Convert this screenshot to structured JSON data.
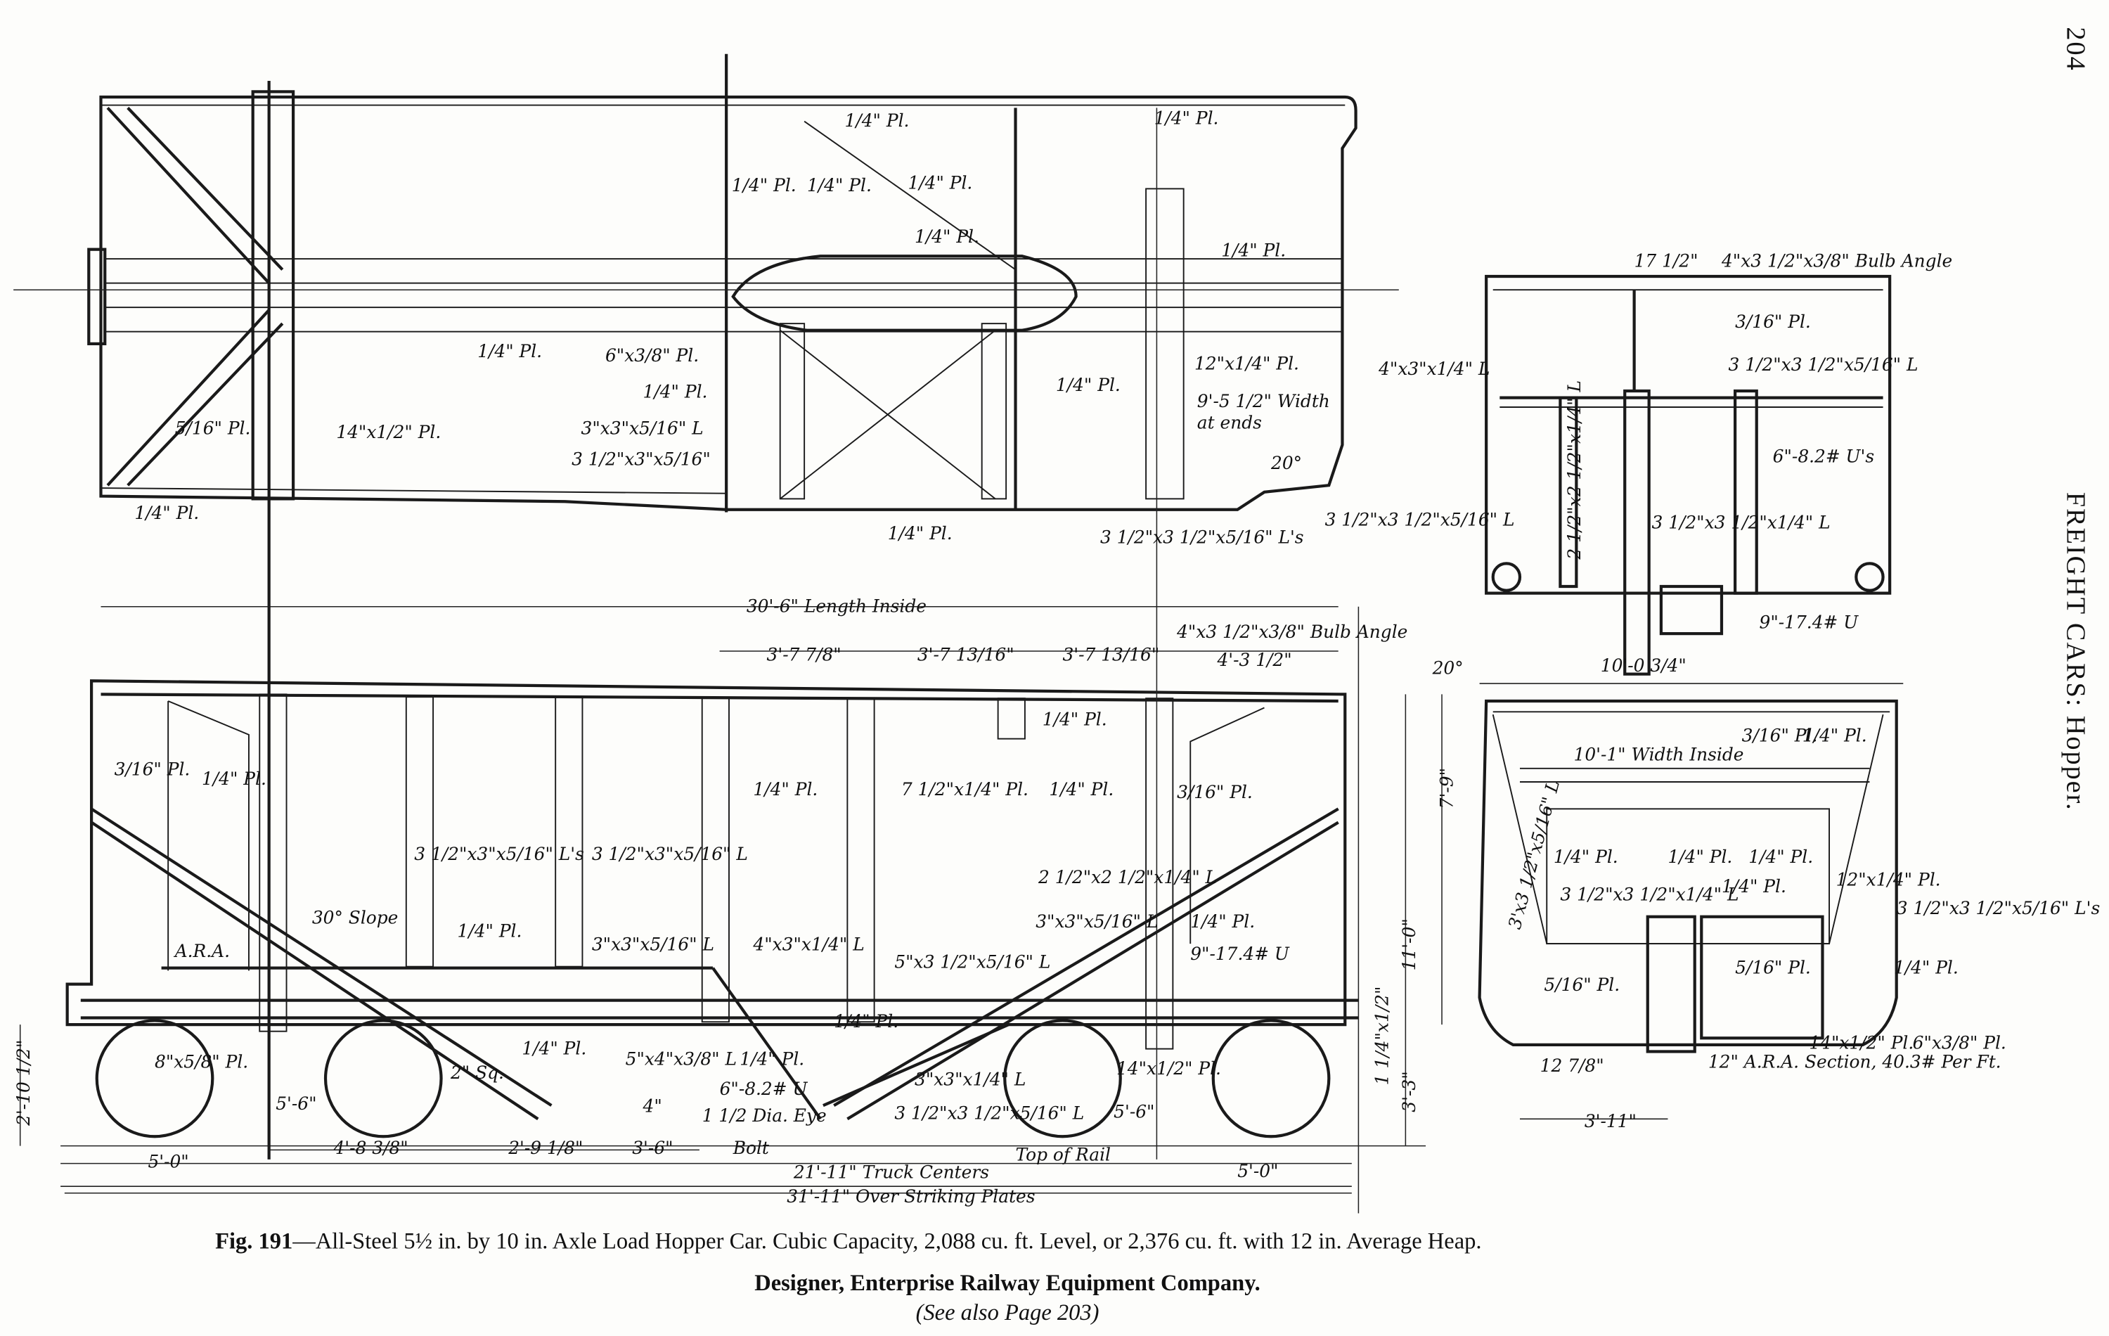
{
  "page_number": "204",
  "running_head": "FREIGHT CARS: Hopper.",
  "caption": {
    "fig_label": "Fig. 191",
    "title": "—All-Steel 5½ in. by 10 in. Axle Load Hopper Car.  Cubic Capacity, 2,088 cu. ft. Level, or 2,376 cu. ft. with 12 in. Average Heap.",
    "designer": "Designer, Enterprise Railway Equipment Company.",
    "see_also": "(See also Page 203)"
  },
  "labels": {
    "plan": [
      "1/4\" Pl.",
      "1/4\" Pl.",
      "1/4\" Pl.",
      "1/4\" Pl.",
      "1/4\" Pl.",
      "6\"x3/8\" Pl.",
      "1/4\" Pl.",
      "3\"x3\"x5/16\" L",
      "3 1/2\"x3\"x5/16\"",
      "5/16\" Pl.",
      "14\"x1/2\" Pl.",
      "1/4\" Pl.",
      "1/4\" Pl.",
      "1/4\" Pl.",
      "1/4\" Pl.",
      "12\"x1/4\" Pl.",
      "9'-5 1/2\" Width",
      "at ends",
      "20°",
      "4\"x3\"x1/4\" L",
      "3 1/2\"x3 1/2\"x5/16\" L's",
      "3 1/2\"x3 1/2\"x5/16\" L",
      "1/4\" Pl.",
      "1/4\" Pl."
    ],
    "side": [
      "30'-6\" Length Inside",
      "3'-7 7/8\"",
      "3'-7 13/16\"",
      "3'-7 13/16\"",
      "4'-3 1/2\"",
      "4\"x3 1/2\"x3/8\" Bulb Angle",
      "3/16\" Pl.",
      "1/4\" Pl.",
      "3 1/2\"x3\"x5/16\" L's",
      "3 1/2\"x3\"x5/16\" L",
      "1/4\" Pl.",
      "7 1/2\"x1/4\" Pl.",
      "1/4\" Pl.",
      "1/4\" Pl.",
      "3/16\" Pl.",
      "2 1/2\"x2 1/2\"x1/4\" L",
      "3\"x3\"x5/16\" L",
      "1/4\" Pl.",
      "9\"-17.4# U",
      "30° Slope",
      "A.R.A.",
      "1/4\" Pl.",
      "3\"x3\"x5/16\" L",
      "4\"x3\"x1/4\" L",
      "5\"x3 1/2\"x5/16\" L",
      "1/4\" Pl.",
      "1/4\" Pl.",
      "5\"x4\"x3/8\" L",
      "1/4\" Pl.",
      "6\"-8.2# U",
      "1 1/2 Dia. Eye",
      "Bolt",
      "3\"x3\"x1/4\" L",
      "3 1/2\"x3 1/2\"x5/16\" L",
      "14\"x1/2\" Pl.",
      "2\" Sq.",
      "4\"",
      "8\"x5/8\" Pl.",
      "5'-6\"",
      "5'-0\"",
      "4'-8 3/8\"",
      "2'-9 1/8\"",
      "3'-6\"",
      "21'-11\" Truck Centers",
      "31'-11\" Over Striking Plates",
      "Top of Rail",
      "5'-6\"",
      "5'-0\"",
      "2'-10 1/2\"",
      "11'-0\"",
      "7'-9\"",
      "3'-3\"",
      "1 1/4\"x1/2\""
    ],
    "end": [
      "20°",
      "10'-0 3/4\"",
      "10'-1\" Width Inside",
      "3/16\" Pl.",
      "1/4\" Pl.",
      "1/4\" Pl.",
      "1/4\" Pl.",
      "1/4\" Pl.",
      "3 1/2\"x3 1/2\"x1/4\" L",
      "1/4\" Pl.",
      "12\"x1/4\" Pl.",
      "3 1/2\"x3 1/2\"x5/16\" L's",
      "1/4\" Pl.",
      "5/16\" Pl.",
      "5/16\" Pl.",
      "14\"x1/2\" Pl.",
      "6\"x3/8\" Pl.",
      "12 7/8\"",
      "12\" A.R.A. Section, 40.3# Per Ft.",
      "3'-11\"",
      "3'x3 1/2\"x5/16\" L"
    ],
    "end_top": [
      "17 1/2\"",
      "4\"x3 1/2\"x3/8\" Bulb Angle",
      "3/16\" Pl.",
      "3 1/2\"x3 1/2\"x5/16\" L",
      "6\"-8.2# U's",
      "3 1/2\"x3 1/2\"x1/4\" L",
      "2 1/2\"x2 1/2\"x1/4\" L",
      "9\"-17.4# U"
    ]
  }
}
